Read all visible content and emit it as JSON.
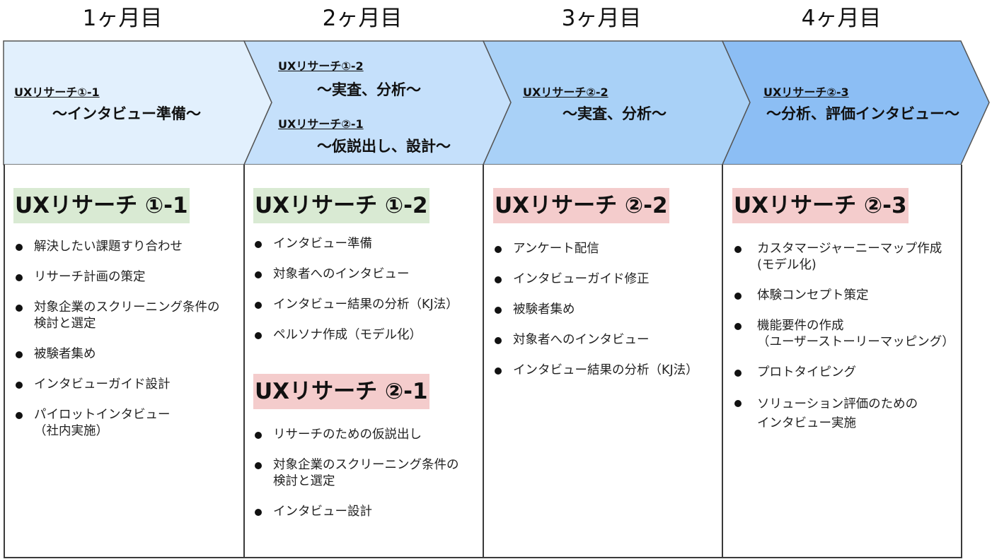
{
  "months": [
    "1ヶ月目",
    "2ヶ月目",
    "3ヶ月目",
    "4ヶ月目"
  ],
  "chevrons": [
    {
      "lines": [
        {
          "text": "UXリサーチ①-1",
          "style": "small"
        },
        {
          "text": "～インタビュー準備～",
          "style": "big"
        }
      ]
    },
    {
      "lines": [
        {
          "text": "UXリサーチ①-2",
          "style": "small"
        },
        {
          "text": "～実査、分析～",
          "style": "big"
        },
        {
          "text": "UXリサーチ②-1",
          "style": "small"
        },
        {
          "text": "～仮説出し、設計～",
          "style": "big"
        }
      ]
    },
    {
      "lines": [
        {
          "text": "UXリサーチ②-2",
          "style": "small"
        },
        {
          "text": "～実査、分析～",
          "style": "big"
        }
      ]
    },
    {
      "lines": [
        {
          "text": "UXリサーチ②-3",
          "style": "small"
        },
        {
          "text": "～分析、評価インタビュー～",
          "style": "big"
        }
      ]
    }
  ],
  "chevron_colors": [
    "#e2f0fd",
    "#c5e0fb",
    "#a9d1f7",
    "#8cbef4"
  ],
  "badge_colors": {
    "green": "#d9ead3",
    "pink": "#f4cccc"
  },
  "columns": [
    {
      "sections": [
        {
          "badge": "UXリサーチ ①-1",
          "color": "green",
          "items": [
            [
              "解決したい課題すり合わせ"
            ],
            [
              "リサーチ計画の策定"
            ],
            [
              "対象企業のスクリーニング条件の",
              "検討と選定"
            ],
            [
              "被験者集め"
            ],
            [
              "インタビューガイド設計"
            ],
            [
              "パイロットインタビュー",
              "（社内実施）"
            ]
          ]
        }
      ]
    },
    {
      "sections": [
        {
          "badge": "UXリサーチ ①-2",
          "color": "green",
          "items": [
            [
              "インタビュー準備"
            ],
            [
              "対象者へのインタビュー"
            ],
            [
              "インタビュー結果の分析（KJ法）"
            ],
            [
              "ペルソナ作成（モデル化）"
            ]
          ]
        },
        {
          "badge": "UXリサーチ ②-1",
          "color": "pink",
          "items": [
            [
              "リサーチのための仮説出し"
            ],
            [
              "対象企業のスクリーニング条件の",
              "検討と選定"
            ],
            [
              "インタビュー設計"
            ]
          ]
        }
      ]
    },
    {
      "sections": [
        {
          "badge": "UXリサーチ ②-2",
          "color": "pink",
          "items": [
            [
              "アンケート配信"
            ],
            [
              "インタビューガイド修正"
            ],
            [
              "被験者集め"
            ],
            [
              "対象者へのインタビュー"
            ],
            [
              "インタビュー結果の分析（KJ法）"
            ]
          ]
        }
      ]
    },
    {
      "sections": [
        {
          "badge": "UXリサーチ ②-3",
          "color": "pink",
          "items": [
            [
              "カスタマージャーニーマップ作成",
              "(モデル化)"
            ],
            [
              "体験コンセプト策定"
            ],
            [
              "機能要件の作成",
              "（ユーザーストーリーマッピング）"
            ],
            [
              "プロトタイピング"
            ],
            [
              "ソリューション評価のための",
              " インタビュー実施"
            ]
          ]
        }
      ]
    }
  ]
}
